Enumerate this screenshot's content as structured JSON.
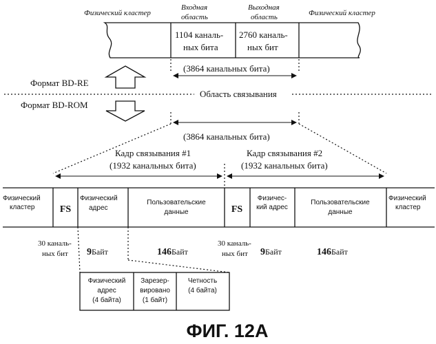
{
  "figure_title": "ФИГ. 12А",
  "top_band": {
    "labels": {
      "physical_left": "Физический кластер",
      "input_area": [
        "Входная",
        "область"
      ],
      "output_area": [
        "Выходная",
        "область"
      ],
      "physical_right": "Физический кластер"
    },
    "cell_input": [
      "1104 каналь-",
      "ных бита"
    ],
    "cell_output": [
      "2760 каналь-",
      "ных бит"
    ],
    "span": "(3864 канальных бита)"
  },
  "middle": {
    "format_re": "Формат BD-RE",
    "format_rom": "Формат BD-ROM",
    "linking_area": "Область связывания",
    "span": "(3864 канальных бита)"
  },
  "frames": {
    "frame1": [
      "Кадр связывания #1",
      "(1932 канальных бита)"
    ],
    "frame2": [
      "Кадр связывания #2",
      "(1932 канальных бита)"
    ]
  },
  "band": {
    "left_cluster": [
      "Физический",
      "кластер"
    ],
    "fs1": "FS",
    "phys_addr1": [
      "Физический",
      "адрес"
    ],
    "user_data1": [
      "Пользовательские",
      "данные"
    ],
    "fs2": "FS",
    "phys_addr2": [
      "Физичес-",
      "кий адрес"
    ],
    "user_data2": [
      "Пользовательские",
      "данные"
    ],
    "right_cluster": [
      "Физический",
      "кластер"
    ]
  },
  "sizes": {
    "fs_bits1": [
      "30 каналь-",
      "ных бит"
    ],
    "addr_bytes1": {
      "num": "9",
      "unit": "Байт"
    },
    "data_bytes1": {
      "num": "146",
      "unit": "Байт"
    },
    "fs_bits2": [
      "30 каналь-",
      "ных бит"
    ],
    "addr_bytes2": {
      "num": "9",
      "unit": "Байт"
    },
    "data_bytes2": {
      "num": "146",
      "unit": "Байт"
    }
  },
  "detail": {
    "c1": [
      "Физический",
      "адрес",
      "(4 байта)"
    ],
    "c2": [
      "Зарезер-",
      "вировано",
      "(1 байт)"
    ],
    "c3": [
      "Четность",
      "(4 байта)"
    ]
  }
}
